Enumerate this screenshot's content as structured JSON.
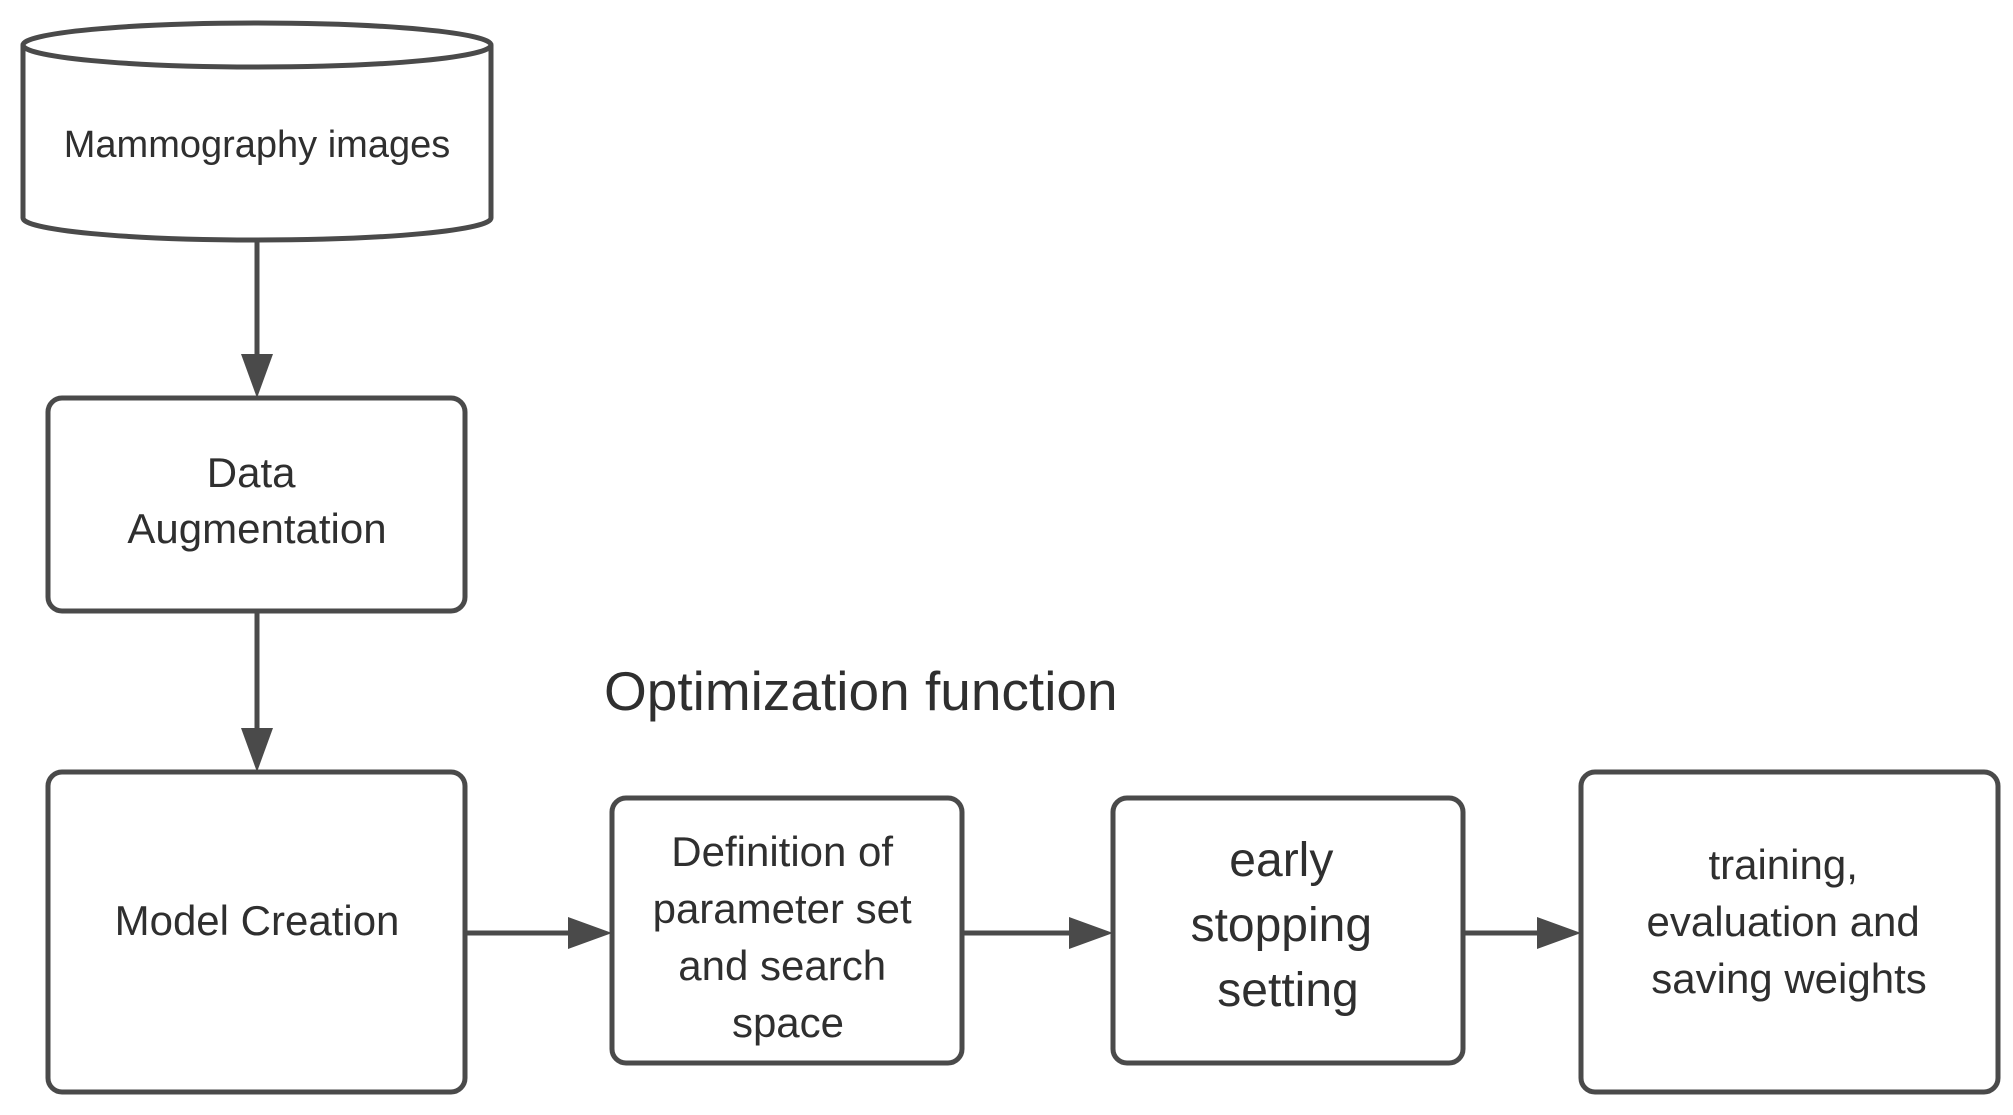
{
  "diagram": {
    "heading": "Optimization function",
    "nodes": {
      "mammography": {
        "lines": [
          "Mammography images"
        ]
      },
      "augmentation": {
        "lines": [
          "Data",
          "Augmentation"
        ]
      },
      "model": {
        "lines": [
          "Model Creation"
        ]
      },
      "definition": {
        "lines": [
          "Definition of",
          "parameter set",
          "and search",
          "space"
        ]
      },
      "early": {
        "lines": [
          "early",
          "stopping",
          "setting"
        ]
      },
      "training": {
        "lines": [
          "training,",
          "evaluation and",
          "saving weights"
        ]
      }
    },
    "edges": [
      {
        "from": "mammography",
        "to": "augmentation"
      },
      {
        "from": "augmentation",
        "to": "model"
      },
      {
        "from": "model",
        "to": "definition"
      },
      {
        "from": "definition",
        "to": "early"
      },
      {
        "from": "early",
        "to": "training"
      }
    ],
    "colors": {
      "stroke": "#4a4a4a",
      "text": "#2f2f2f",
      "background": "#ffffff"
    }
  }
}
